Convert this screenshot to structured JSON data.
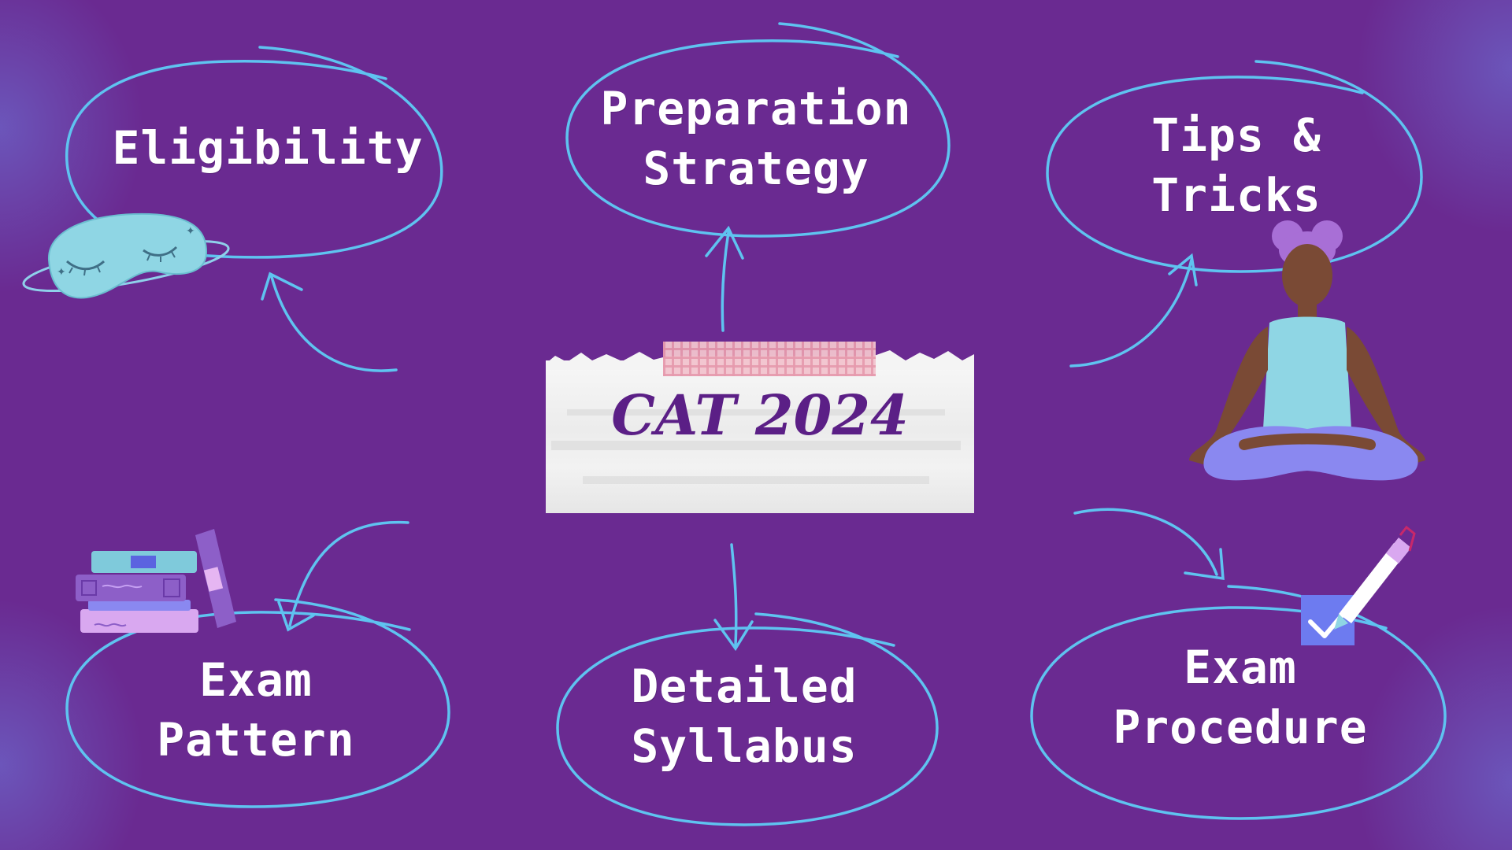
{
  "center": {
    "title": "CAT 2024"
  },
  "nodes": {
    "eligibility": {
      "lines": [
        "Eligibility"
      ]
    },
    "preparation_strategy": {
      "lines": [
        "Preparation",
        "Strategy"
      ]
    },
    "tips_tricks": {
      "lines": [
        "Tips &",
        "Tricks"
      ]
    },
    "exam_pattern": {
      "lines": [
        "Exam",
        "Pattern"
      ]
    },
    "detailed_syllabus": {
      "lines": [
        "Detailed",
        "Syllabus"
      ]
    },
    "exam_procedure": {
      "lines": [
        "Exam",
        "Procedure"
      ]
    }
  },
  "colors": {
    "background": "#6a2a91",
    "outline": "#5fc3f0",
    "label": "#ffffff",
    "center_text": "#5b1f86",
    "center_card": "#efefef"
  },
  "icons": {
    "eligibility": "sleep-mask-icon",
    "tips_tricks": "meditating-person-icon",
    "exam_pattern": "book-stack-icon",
    "exam_procedure": "checkbox-pen-icon"
  }
}
